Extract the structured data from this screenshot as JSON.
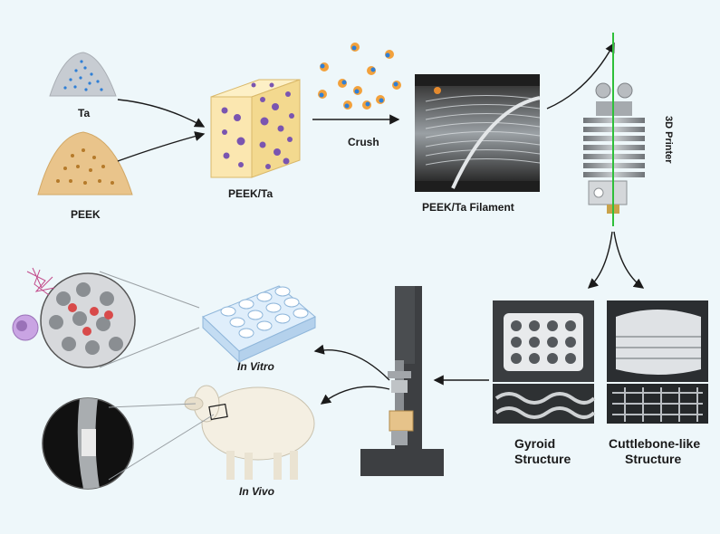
{
  "labels": {
    "ta": "Ta",
    "peek": "PEEK",
    "peek_ta": "PEEK/Ta",
    "crush": "Crush",
    "filament": "PEEK/Ta Filament",
    "printer": "3D Printer",
    "in_vitro": "In Vitro",
    "in_vivo": "In Vivo",
    "gyroid_line1": "Gyroid",
    "gyroid_line2": "Structure",
    "cuttle_line1": "Cuttlebone-like",
    "cuttle_line2": "Structure"
  },
  "colors": {
    "background": "#eef7fa",
    "ta_dot": "#2f7fd6",
    "peek_powder": "#e9c48b",
    "cube_fill": "#fbe7b0",
    "cube_dot": "#7a55b0",
    "arrow": "#1a1a1a",
    "printer_green": "#2fbf3a"
  }
}
